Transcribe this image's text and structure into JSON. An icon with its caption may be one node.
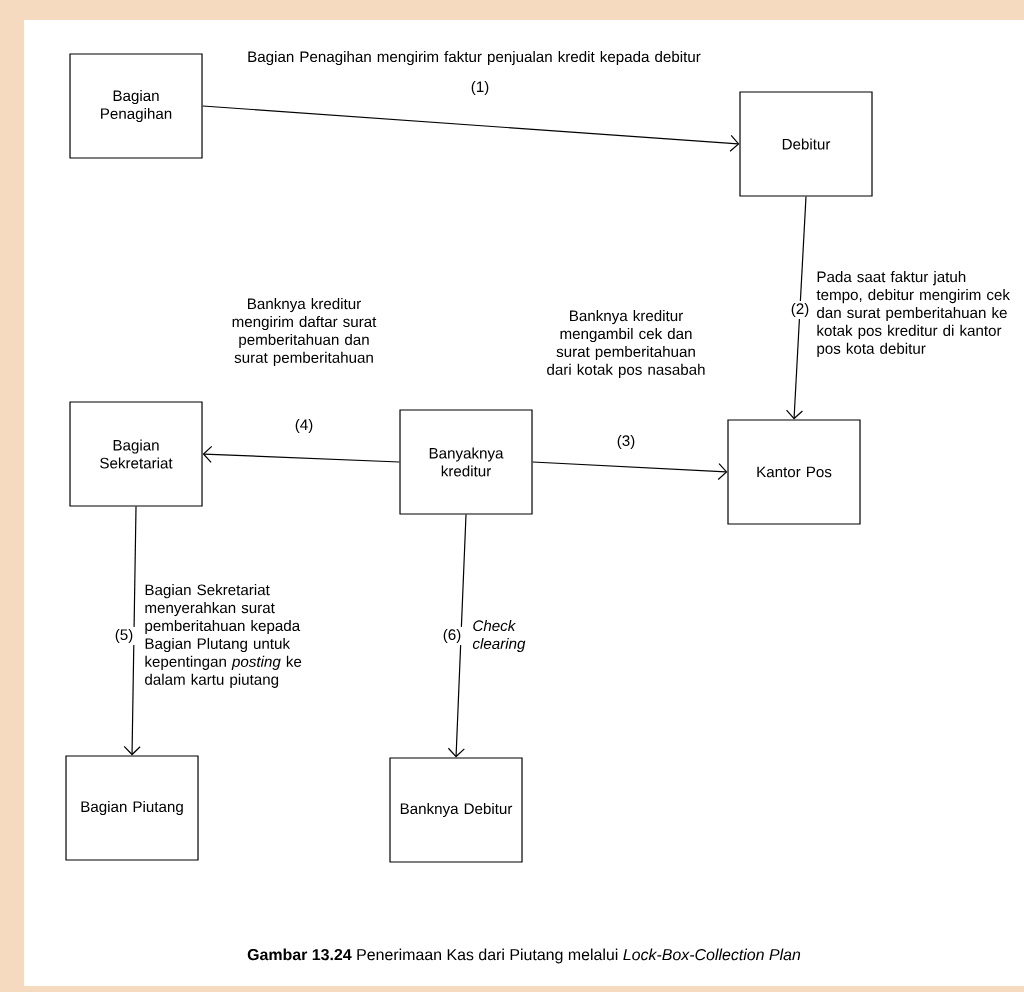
{
  "diagram": {
    "caption": "**Gambar 13.24** Penerimaan Kas dari Piutang melalui *Lock-Box-Collection Plan*",
    "nodes": [
      {
        "text": [
          "Bagian Penagihan"
        ]
      },
      {
        "text": [
          "Debitur"
        ]
      },
      {
        "text": [
          "Bagian Sekretariat"
        ]
      },
      {
        "text": [
          "Banyaknya kreditur"
        ]
      },
      {
        "text": [
          "Kantor Pos"
        ]
      },
      {
        "text": [
          "Bagian Piutang"
        ]
      },
      {
        "text": [
          "Banknya Debitur"
        ]
      }
    ],
    "edges": [
      {
        "from": 0,
        "to": 1,
        "arrow": "to",
        "label": "(1)"
      },
      {
        "from": 1,
        "to": 4,
        "arrow": "to",
        "label": "(2)"
      },
      {
        "from": 3,
        "to": 4,
        "arrow": "to",
        "label": "(3)"
      },
      {
        "from": 3,
        "to": 2,
        "arrow": "to",
        "label": "(4)"
      },
      {
        "from": 2,
        "to": 5,
        "arrow": "to",
        "label": "(5)"
      },
      {
        "from": 3,
        "to": 6,
        "arrow": "to",
        "label": "(6)"
      }
    ],
    "labels": [
      "Bagian Penagihan mengirim faktur penjualan kredit kepada debitur",
      "Pada saat faktur jatuh tempo, debitur mengirim cek dan surat pemberitahuan ke kotak pos kreditur di kantor pos kota debitur",
      "Banknya kreditur mengirim daftar surat pemberitahuan dan surat pemberitahuan",
      "Banknya kreditur mengambil cek dan surat pemberitahuan dari kotak pos nasabah",
      "Bagian Sekretariat menyerahkan surat pemberitahuan kepada Bagian Plutang untuk kepentingan *posting* ke dalam kartu piutang",
      "Check clearing"
    ]
  }
}
